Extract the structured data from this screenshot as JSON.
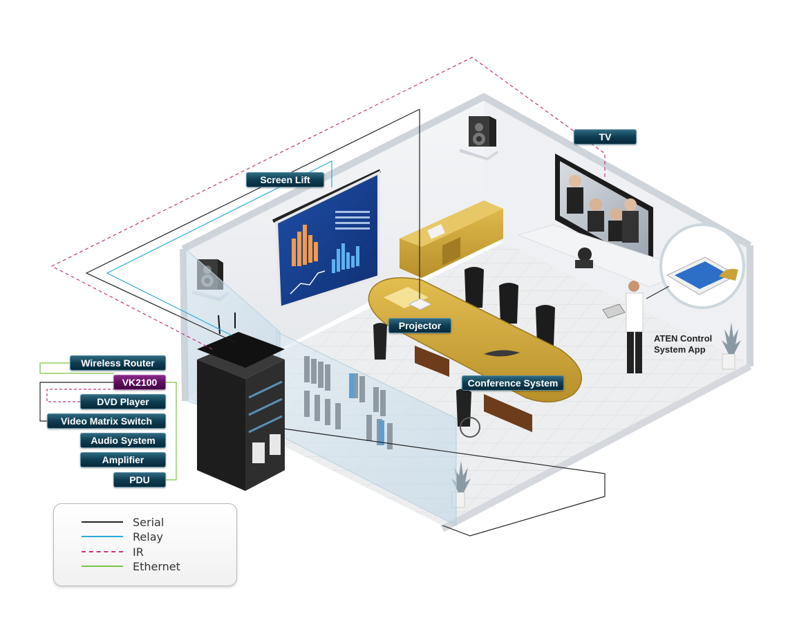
{
  "labels": {
    "tv": "TV",
    "screen_lift": "Screen Lift",
    "projector": "Projector",
    "conference_system": "Conference System",
    "aten_app_line1": "ATEN Control",
    "aten_app_line2": "System App",
    "wireless_router": "Wireless Router",
    "vk2100": "VK2100",
    "dvd_player": "DVD Player",
    "video_matrix_switch": "Video Matrix Switch",
    "audio_system": "Audio System",
    "amplifier": "Amplifier",
    "pdu": "PDU"
  },
  "legend": [
    {
      "label": "Serial",
      "color": "#222222",
      "style": "solid"
    },
    {
      "label": "Relay",
      "color": "#2aa9d8",
      "style": "solid"
    },
    {
      "label": "IR",
      "color": "#c2327f",
      "style": "dashed"
    },
    {
      "label": "Ethernet",
      "color": "#7cc242",
      "style": "solid"
    }
  ],
  "colors": {
    "tag_teal": "#0e3d52",
    "tag_purple": "#5c0e5c",
    "wood": "#c9a23a"
  }
}
